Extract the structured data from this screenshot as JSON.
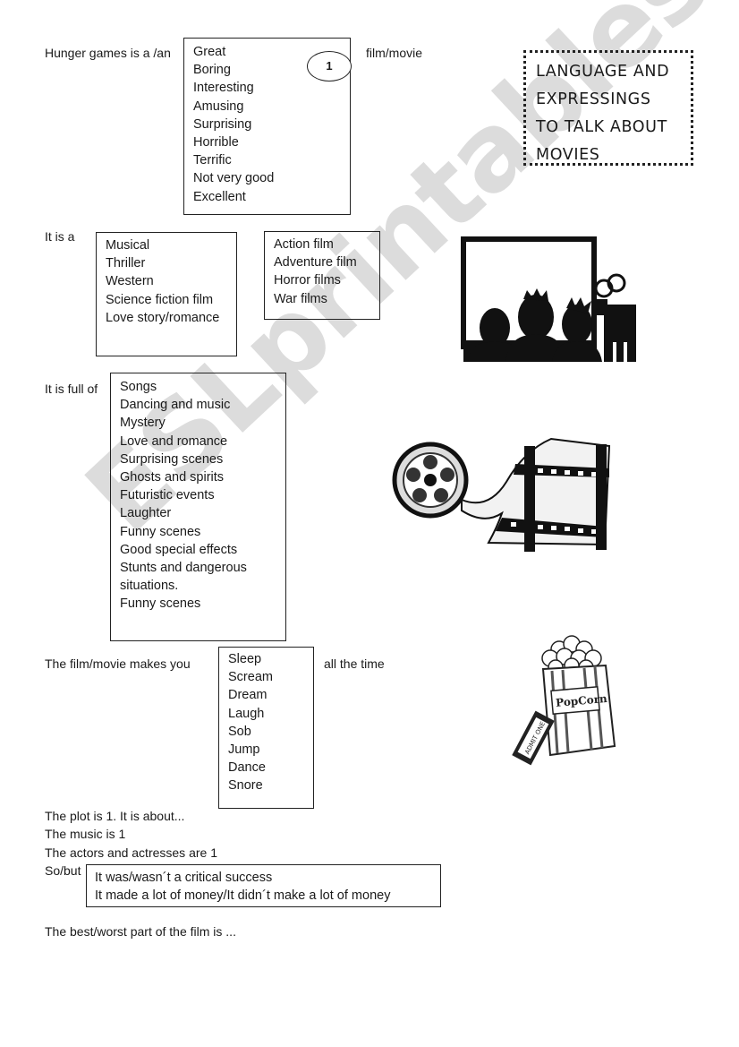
{
  "title_box": [
    "LANGUAGE AND",
    "EXPRESSINGS",
    "TO TALK ABOUT",
    "MOVIES"
  ],
  "section1": {
    "prefix": "Hunger games is a /an",
    "suffix": "film/movie",
    "circle_number": "1",
    "options": [
      "Great",
      "Boring",
      "Interesting",
      "Amusing",
      "Surprising",
      "Horrible",
      "Terrific",
      "Not very good",
      "Excellent"
    ]
  },
  "section2": {
    "prefix": "It is a",
    "options_left": [
      "Musical",
      "Thriller",
      "Western",
      "Science fiction film",
      "Love story/romance"
    ],
    "options_right": [
      "Action film",
      "Adventure film",
      "Horror films",
      "War films"
    ]
  },
  "section3": {
    "prefix": "It is full of",
    "options": [
      "Songs",
      "Dancing and music",
      "Mystery",
      "Love and romance",
      "Surprising scenes",
      "Ghosts and spirits",
      "Futuristic events",
      "Laughter",
      "Funny  scenes",
      "Good special effects",
      "Stunts and dangerous",
      "situations.",
      "Funny scenes"
    ]
  },
  "section4": {
    "prefix": "The film/movie makes you",
    "suffix": "all the time",
    "options": [
      "Sleep",
      "Scream",
      "Dream",
      "Laugh",
      "Sob",
      "Jump",
      "Dance",
      "Snore"
    ]
  },
  "lines": {
    "plot": "The plot is 1. It is about...",
    "music": "The music is 1",
    "actors": "The actors and actresses are 1",
    "so_but": "So/but",
    "best_worst": "The best/worst part of the film is ..."
  },
  "success_box": [
    "It was/wasn´t a critical success",
    "It made a lot of money/It didn´t make a lot of money"
  ],
  "watermark": "ESLprintables.com",
  "popcorn_sign": "PopCorn",
  "ticket_text": "ADMIT ONE"
}
